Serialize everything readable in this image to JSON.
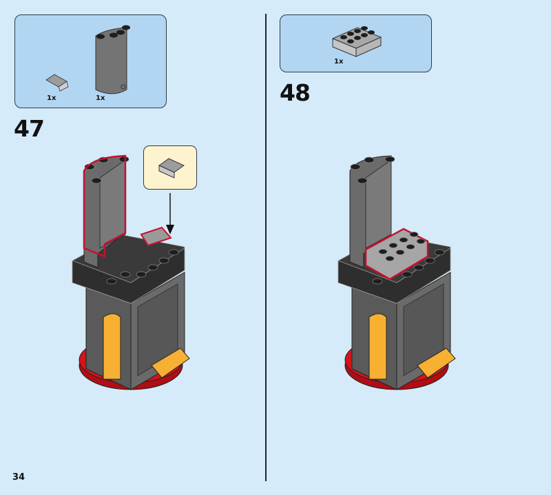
{
  "page_number": "34",
  "steps": [
    {
      "number": "47",
      "parts": [
        {
          "qty": "1x",
          "part": "slope-brick-1x2"
        },
        {
          "qty": "1x",
          "part": "cylinder-half-panel"
        }
      ]
    },
    {
      "number": "48",
      "parts": [
        {
          "qty": "1x",
          "part": "brick-2x4"
        }
      ]
    }
  ],
  "colors": {
    "background": "#d5ebfa",
    "parts_box": "#b2d6f2",
    "callout": "#fdf4cf",
    "highlight": "#c8102e",
    "dark_gray": "#595959",
    "light_gray": "#a0a0a0",
    "orange": "#f7b032",
    "red": "#d4141c"
  }
}
